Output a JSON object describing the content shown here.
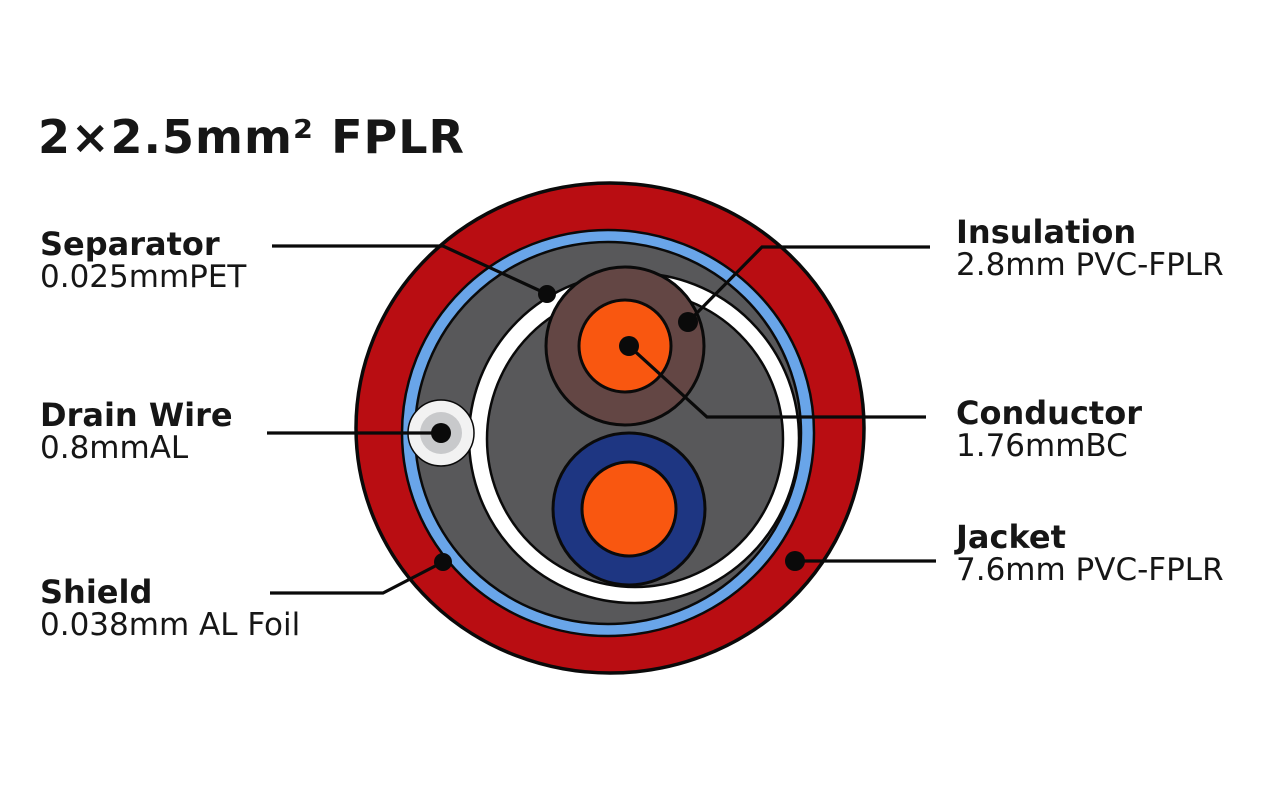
{
  "title": "2×2.5mm² FPLR",
  "labels": {
    "separator": {
      "name": "Separator",
      "value": "0.025mmPET"
    },
    "drain_wire": {
      "name": "Drain Wire",
      "value": "0.8mmAL"
    },
    "shield": {
      "name": "Shield",
      "value": "0.038mm AL Foil"
    },
    "insulation": {
      "name": "Insulation",
      "value": "2.8mm PVC-FPLR"
    },
    "conductor": {
      "name": "Conductor",
      "value": "1.76mmBC"
    },
    "jacket": {
      "name": "Jacket",
      "value": "7.6mm PVC-FPLR"
    }
  },
  "colors": {
    "jacket_red": "#B90D12",
    "shield_blue": "#69A5E9",
    "filler_gray": "#58585A",
    "separator_white": "#FFFFFF",
    "insulation_brown": "#634644",
    "conductor_orange": "#F95710",
    "insulation_navy": "#1E3682",
    "drain_outer_white": "#F2F2F2",
    "drain_silver": "#C8C9CB",
    "outline_black": "#0A0A0A",
    "text_black": "#161616"
  }
}
